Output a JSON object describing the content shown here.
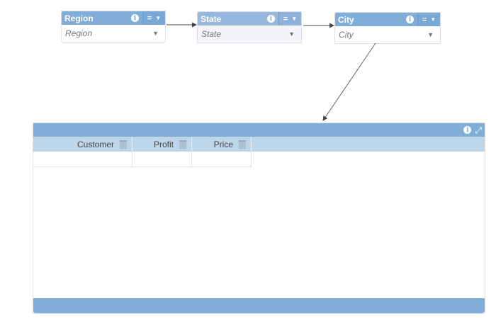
{
  "filters": [
    {
      "title": "Region",
      "value_placeholder": "Region",
      "operator": "="
    },
    {
      "title": "State",
      "value_placeholder": "State",
      "operator": "="
    },
    {
      "title": "City",
      "value_placeholder": "City",
      "operator": "="
    }
  ],
  "table_widget": {
    "columns": [
      {
        "label": "Customer"
      },
      {
        "label": "Profit"
      },
      {
        "label": "Price"
      }
    ],
    "rows": [
      [
        "",
        "",
        ""
      ]
    ]
  },
  "colors": {
    "header_blue": "#81aed9",
    "column_header_blue": "#bed6ea",
    "disabled_header": "#97b8de"
  }
}
